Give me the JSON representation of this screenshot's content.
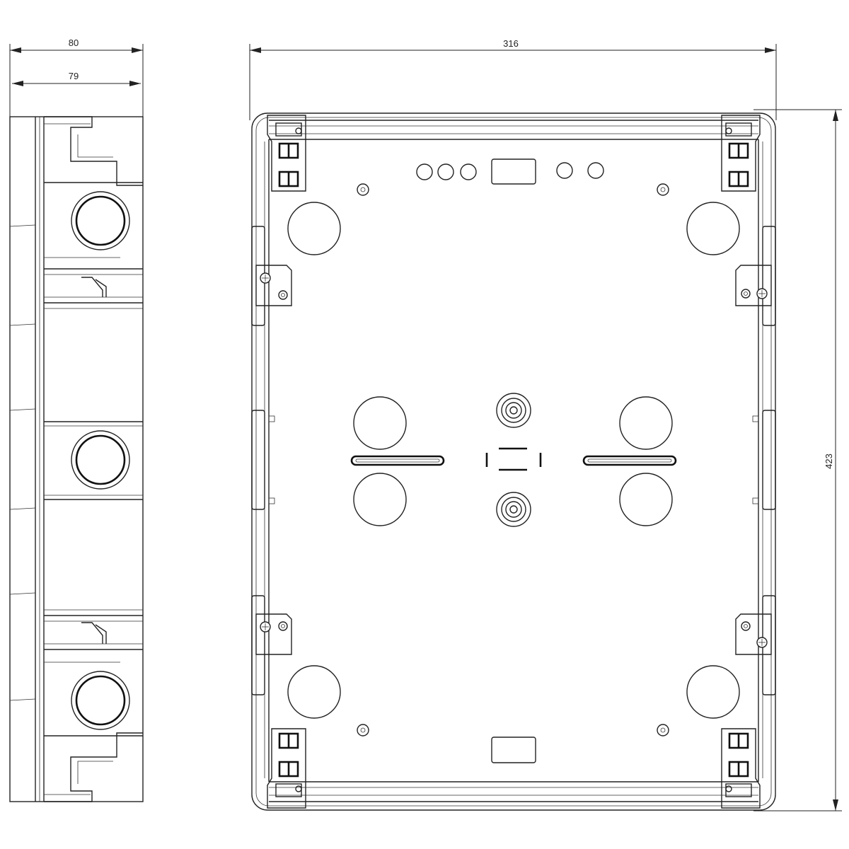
{
  "dimensions": {
    "side_outer_depth": "80",
    "side_inner_depth": "79",
    "front_width": "316",
    "front_height": "423"
  }
}
